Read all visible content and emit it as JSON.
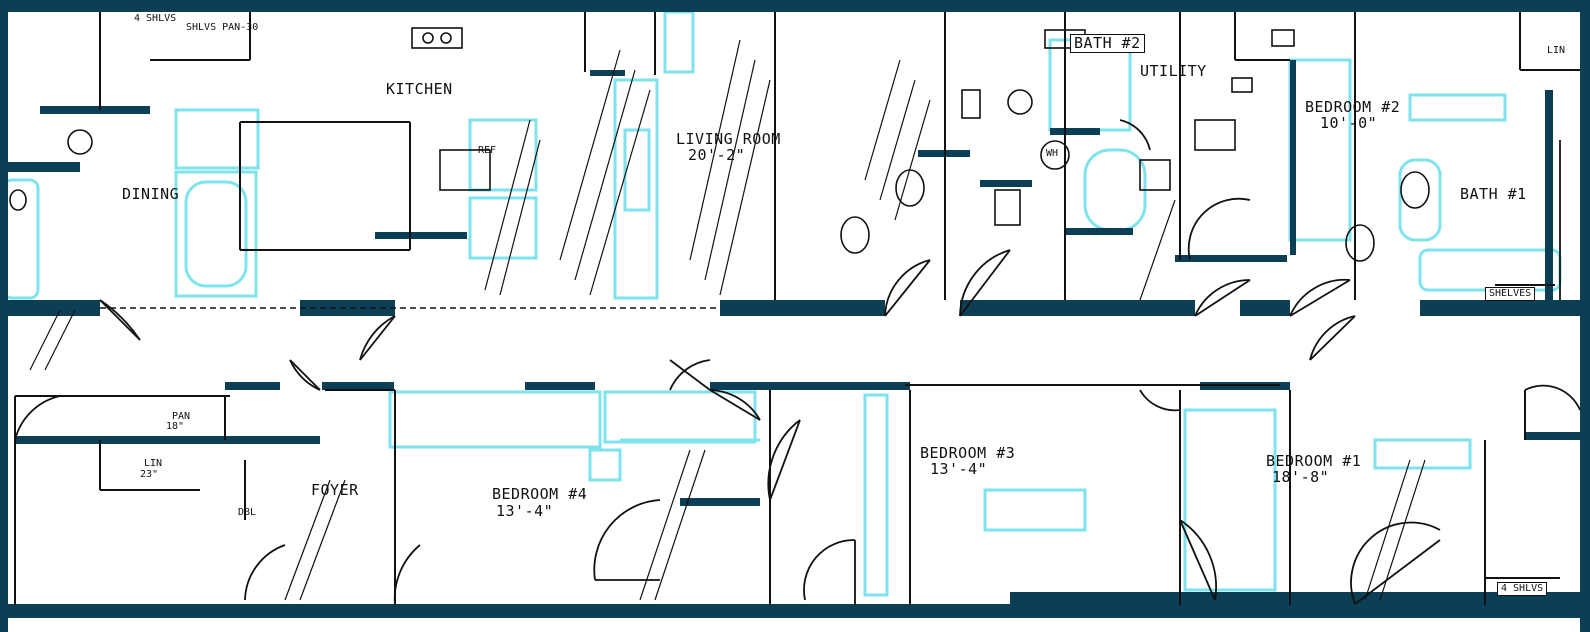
{
  "plan": {
    "colors": {
      "wall": "#0c3e55",
      "cyan": "#7ee3ee",
      "line": "#111111"
    },
    "rooms": {
      "kitchen": {
        "name": "KITCHEN"
      },
      "dining": {
        "name": "DINING"
      },
      "living": {
        "name": "LIVING ROOM",
        "dim": "20'-2\""
      },
      "utility": {
        "name": "UTILITY"
      },
      "bath2": {
        "name": "BATH #2"
      },
      "bedroom2": {
        "name": "BEDROOM #2",
        "dim": "10'-0\""
      },
      "bath1": {
        "name": "BATH #1"
      },
      "bedroom4": {
        "name": "BEDROOM #4",
        "dim": "13'-4\""
      },
      "bedroom3": {
        "name": "BEDROOM #3",
        "dim": "13'-4\""
      },
      "bedroom1": {
        "name": "BEDROOM #1",
        "dim": "18'-8\""
      },
      "foyer": {
        "name": "FOYER"
      }
    },
    "labels": {
      "shlvs_top": "4 SHLVS",
      "shlv_pan": "SHLVS PAN-30",
      "shelves": "SHELVES",
      "shlvs_bottom": "4 SHLVS",
      "pan": "PAN",
      "pan_size": "18\"",
      "lin": "LIN",
      "lin_size": "23\"",
      "dbl": "DBL",
      "wh": "WH",
      "ref": "REF",
      "lin_right": "LIN"
    }
  }
}
